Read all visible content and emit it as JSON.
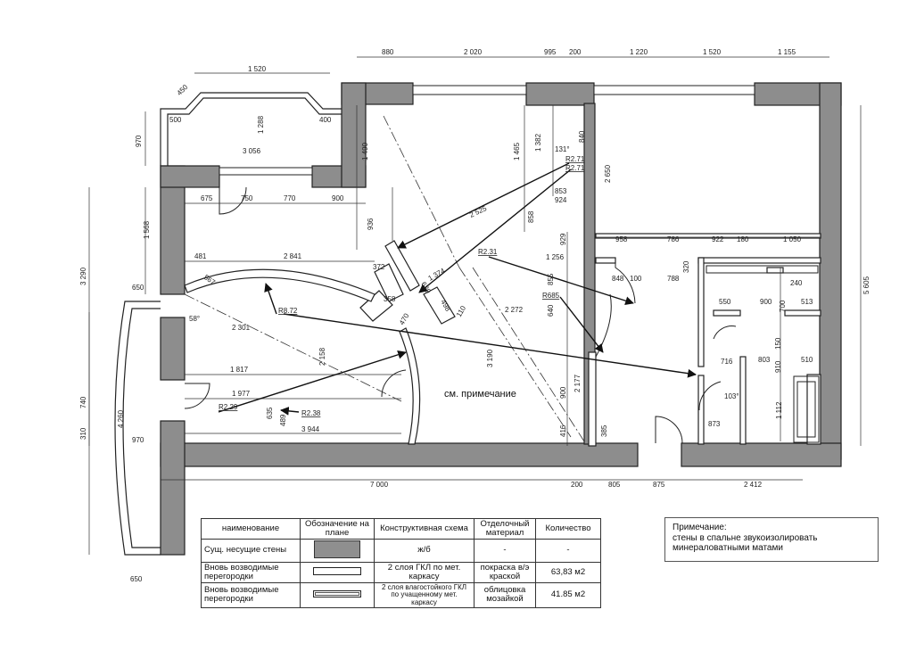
{
  "plan": {
    "dimensions": {
      "top_row": [
        "880",
        "2 020",
        "995",
        "200",
        "1 220",
        "1 520",
        "1 155"
      ],
      "bay_width": "1 520",
      "bay_left_side": "450",
      "bay_left": "500",
      "bay_right": "400",
      "bay_depth": "1 288",
      "bay_3056": "3 056",
      "left_970": "970",
      "room_row": [
        "675",
        "750",
        "770",
        "900"
      ],
      "left_1568": "1 568",
      "left_3290": "3 290",
      "left_650": "650",
      "left_740": "740",
      "left_310": "310",
      "left_4260": "4 260",
      "bottom_970": "970",
      "bottom_650": "650",
      "r481": "481",
      "r2841": "2 841",
      "r567": "567",
      "a58": "58°",
      "r2301": "2 301",
      "r1817": "1 817",
      "r1977": "1 977",
      "r2158": "2 158",
      "r3944": "3 944",
      "r635": "635",
      "r489": "489",
      "r1490": "1 490",
      "r936": "936",
      "r372": "372",
      "r358": "358",
      "r1465": "1 465",
      "r1382": "1 382",
      "a131": "131°",
      "r840": "840",
      "r853": "853",
      "r924": "924",
      "r2650": "2 650",
      "r2525": "2 525",
      "r1374": "1 374",
      "r629": "629",
      "r498": "498",
      "r110": "110",
      "r470": "470",
      "r2272": "2 272",
      "r3190": "3 190",
      "r929": "929",
      "r1256": "1 256",
      "r900": "900",
      "r2177": "2 177",
      "r416": "416",
      "r385": "385",
      "r958": "958",
      "r786": "786",
      "r922": "922",
      "r180": "180",
      "r1050": "1 050",
      "r848": "848",
      "r100": "100",
      "r788": "788",
      "r320": "320",
      "r550": "550",
      "r900b": "900",
      "r700": "700",
      "r513": "513",
      "r240": "240",
      "r716": "716",
      "r803": "803",
      "r510": "510",
      "r910": "910",
      "r150": "150",
      "a103": "103°",
      "r873": "873",
      "r1112": "1 112",
      "r5605": "5 605",
      "bottom_row": [
        "7 000",
        "200",
        "805",
        "875",
        "2 412"
      ],
      "r640": "640",
      "r855": "855",
      "r858": "858"
    },
    "radii": {
      "R2_71a": "R2.71",
      "R2_71b": "R2.71",
      "R2_31": "R2.31",
      "R8_72": "R8.72",
      "R2_29": "R2.29",
      "R2_38": "R2.38",
      "R685": "R685"
    },
    "see_note": "см. примечание"
  },
  "legend": {
    "headers": [
      "наименование",
      "Обозначение на плане",
      "Конструктивная схема",
      "Отделочный материал",
      "Количество"
    ],
    "rows": [
      {
        "name": "Сущ. несущие стены",
        "scheme": "ж/б",
        "material": "-",
        "qty": "-"
      },
      {
        "name": "Вновь возводимые перегородки",
        "scheme": "2 слоя ГКЛ по мет. каркасу",
        "material": "покраска в/э краской",
        "qty": "63,83 м2"
      },
      {
        "name": "Вновь возводимые перегородки",
        "scheme": "2 слоя влагостойкого ГКЛ по учащенному мет. каркасу",
        "material": "облицовка мозайкой",
        "qty": "41.85 м2"
      }
    ]
  },
  "note": {
    "title": "Примечание:",
    "line1": "стены в спальне звукоизолировать",
    "line2": "минераловатными матами"
  }
}
